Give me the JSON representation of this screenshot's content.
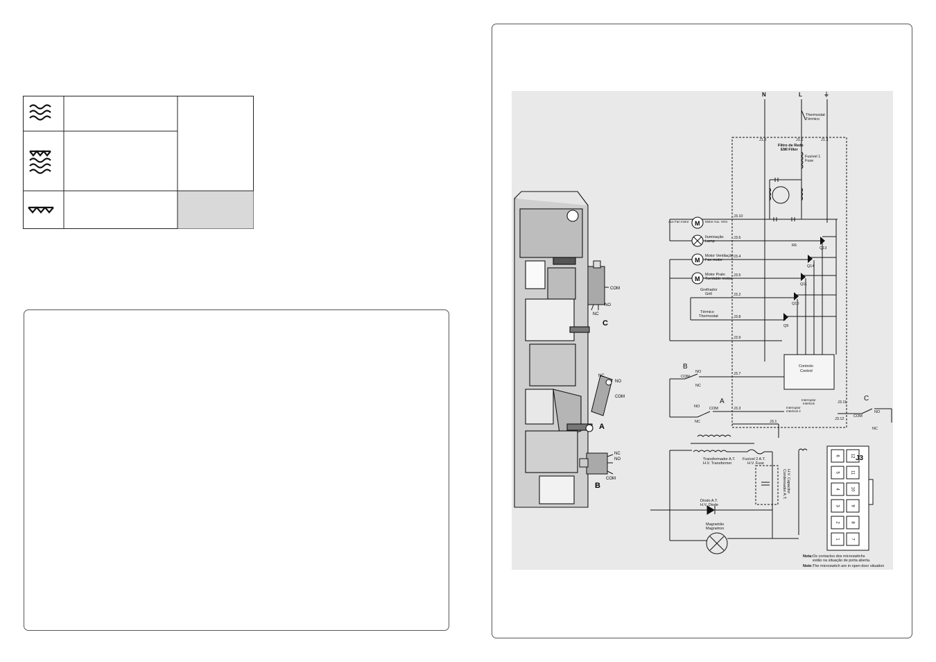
{
  "switch_labels": {
    "c": "C",
    "a": "A",
    "b": "B",
    "com": "COM",
    "no": "NO",
    "nc": "NC"
  },
  "supply": {
    "n": "N",
    "l": "L",
    "earth": "⏚"
  },
  "labels": {
    "thermostat": [
      "Thermostat",
      "Térmico"
    ],
    "filter": [
      "Filtro de Rede",
      "EMI Filter"
    ],
    "fuse1": [
      "Fusível 1",
      "Fuse"
    ],
    "j1_1": "J1.1",
    "j1_2": "J1.2",
    "j1_3": "J1.3",
    "j3_10": "J3.10",
    "j3_6": "J3.6",
    "j3_4": "J3.4",
    "j3_5": "J3.5",
    "j3_2": "J3.2",
    "j3_8": "J3.8",
    "j3_9": "J3.9",
    "j3_7": "J3.7",
    "j3_3": "J3.3",
    "j3_1": "J3.1",
    "j3_11": "J3.11",
    "j3_12": "J3.12",
    "aux_fan": "Aux Fan motor",
    "motor_aux": "Motor Aux. Vent.",
    "lamp": [
      "Iluminação",
      "Lamp"
    ],
    "fan_motor": [
      "Motor Ventilação",
      "Fan motor"
    ],
    "turntable": [
      "Motor Prato",
      "Turntable motor"
    ],
    "grill": [
      "Grelhador",
      "Grill"
    ],
    "grill_thermo": [
      "Térmico",
      "Thermostat"
    ],
    "r6": "R6",
    "q13": "Q13",
    "q14": "Q14",
    "q11": "Q11",
    "q10": "Q10",
    "q9": "Q9",
    "control": [
      "Controlo",
      "Control"
    ],
    "interlock1": [
      "Interruptor",
      "Interlock"
    ],
    "interlock2": [
      "Interruptor",
      "Interlock 2"
    ],
    "transformer": [
      "Transformador A.T.",
      "H.V. Transformer"
    ],
    "fuse2": [
      "Fusível 2 A.T.",
      "H.V. Fuse"
    ],
    "capacitor": [
      "Condensador A.T.",
      "H.V. Capacitor"
    ],
    "diode": [
      "Díodo A.T.",
      "H.V. Diode"
    ],
    "magnetron": [
      "Magnetrão",
      "Magnetron"
    ],
    "j3": "J3",
    "note1_key": "Nota:",
    "note1": "Os contactos dos microswitchs",
    "note1b": "estão na situação de porta aberta.",
    "note2_key": "Note:",
    "note2": "The microswitch are in open door situation"
  },
  "connector_pins": [
    "6",
    "12",
    "5",
    "11",
    "4",
    "10",
    "3",
    "9",
    "2",
    "8",
    "1",
    "7"
  ]
}
